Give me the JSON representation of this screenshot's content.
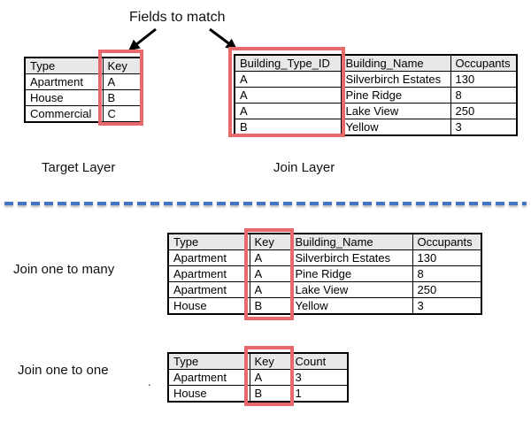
{
  "annotations": {
    "fields_to_match": "Fields to match",
    "stray_dot": "."
  },
  "colors": {
    "highlight_red": "#e8696b",
    "divider_blue": "#4472c4",
    "header_gray": "#e8e8e8"
  },
  "target_table": {
    "label": "Target Layer",
    "headers": [
      "Type",
      "Key"
    ],
    "rows": [
      [
        "Apartment",
        "A"
      ],
      [
        "House",
        "B"
      ],
      [
        "Commercial",
        "C"
      ]
    ]
  },
  "join_table": {
    "label": "Join Layer",
    "headers": [
      "Building_Type_ID",
      "Building_Name",
      "Occupants"
    ],
    "rows": [
      [
        "A",
        "Silverbirch Estates",
        "130"
      ],
      [
        "A",
        "Pine Ridge",
        "8"
      ],
      [
        "A",
        "Lake View",
        "250"
      ],
      [
        "B",
        "Yellow",
        "3"
      ]
    ]
  },
  "one_to_many_table": {
    "label": "Join one to many",
    "headers": [
      "Type",
      "Key",
      "Building_Name",
      "Occupants"
    ],
    "rows": [
      [
        "Apartment",
        "A",
        "Silverbirch Estates",
        "130"
      ],
      [
        "Apartment",
        "A",
        "Pine Ridge",
        "8"
      ],
      [
        "Apartment",
        "A",
        "Lake View",
        "250"
      ],
      [
        "House",
        "B",
        "Yellow",
        "3"
      ]
    ]
  },
  "one_to_one_table": {
    "label": "Join one to one",
    "headers": [
      "Type",
      "Key",
      "Count"
    ],
    "rows": [
      [
        "Apartment",
        "A",
        "3"
      ],
      [
        "House",
        "B",
        "1"
      ]
    ]
  }
}
